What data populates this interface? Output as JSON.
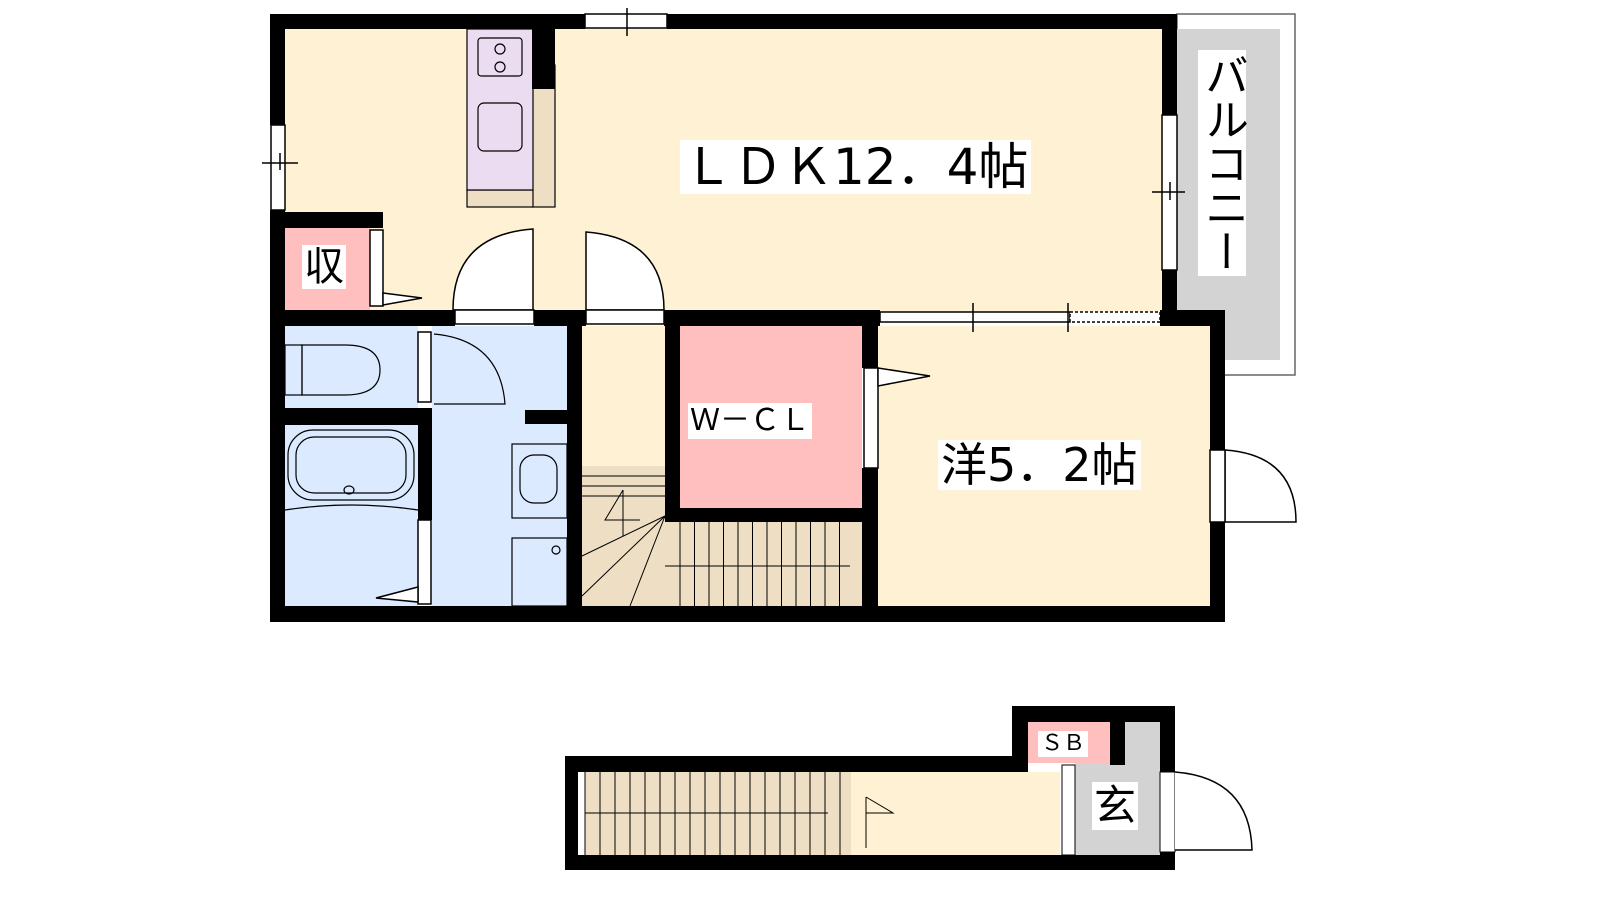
{
  "rooms": {
    "ldk": "ＬＤＫ12．4帖",
    "western": "洋5．2帖",
    "wcl": "Ｗ－ＣＬ",
    "storage": "収",
    "balcony": "バルコニー",
    "shoebox": "ＳＢ",
    "entrance": "玄"
  },
  "colors": {
    "floor": "#fff2d4",
    "wet": "#dbeaff",
    "storage": "#ffbfbf",
    "stairs": "#eedfc4",
    "kitchen": "#ebdcf2",
    "balcony": "#d3d3d3",
    "wall": "#000000"
  }
}
